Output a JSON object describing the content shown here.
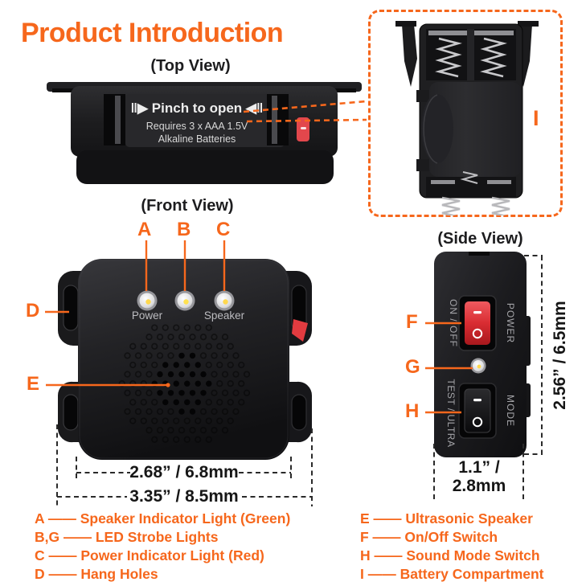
{
  "accent": "#F6671C",
  "title": "Product Introduction",
  "top_view": {
    "label": "(Top View)",
    "pinch_text": "‖▶ Pinch to open ◀‖",
    "line2": "Requires 3 x AAA 1.5V",
    "line3": "Alkaline Batteries"
  },
  "front_view": {
    "label": "(Front View)",
    "led_power": "Power",
    "led_speaker": "Speaker",
    "dim_inner": "2.68” / 6.8mm",
    "dim_outer": "3.35” / 8.5mm"
  },
  "side_view": {
    "label": "(Side View)",
    "switch_left": "ON / OFF",
    "switch_right": "POWER",
    "mode_left": "TEST / ULTRA",
    "mode_right": "MODE",
    "dim_width_1": "1.1” /",
    "dim_width_2": "2.8mm",
    "dim_height": "2.56” / 6.5mm"
  },
  "markers": {
    "a": "A",
    "b": "B",
    "c": "C",
    "d": "D",
    "e": "E",
    "f": "F",
    "g": "G",
    "h": "H",
    "i": "I"
  },
  "legend": {
    "left": [
      "A —— Speaker Indicator Light (Green)",
      "B,G —— LED Strobe Lights",
      "C —— Power Indicator Light (Red)",
      "D —— Hang Holes"
    ],
    "right": [
      "E —— Ultrasonic Speaker",
      "F —— On/Off Switch",
      "H —— Sound Mode Switch",
      "I —— Battery Compartment"
    ]
  }
}
